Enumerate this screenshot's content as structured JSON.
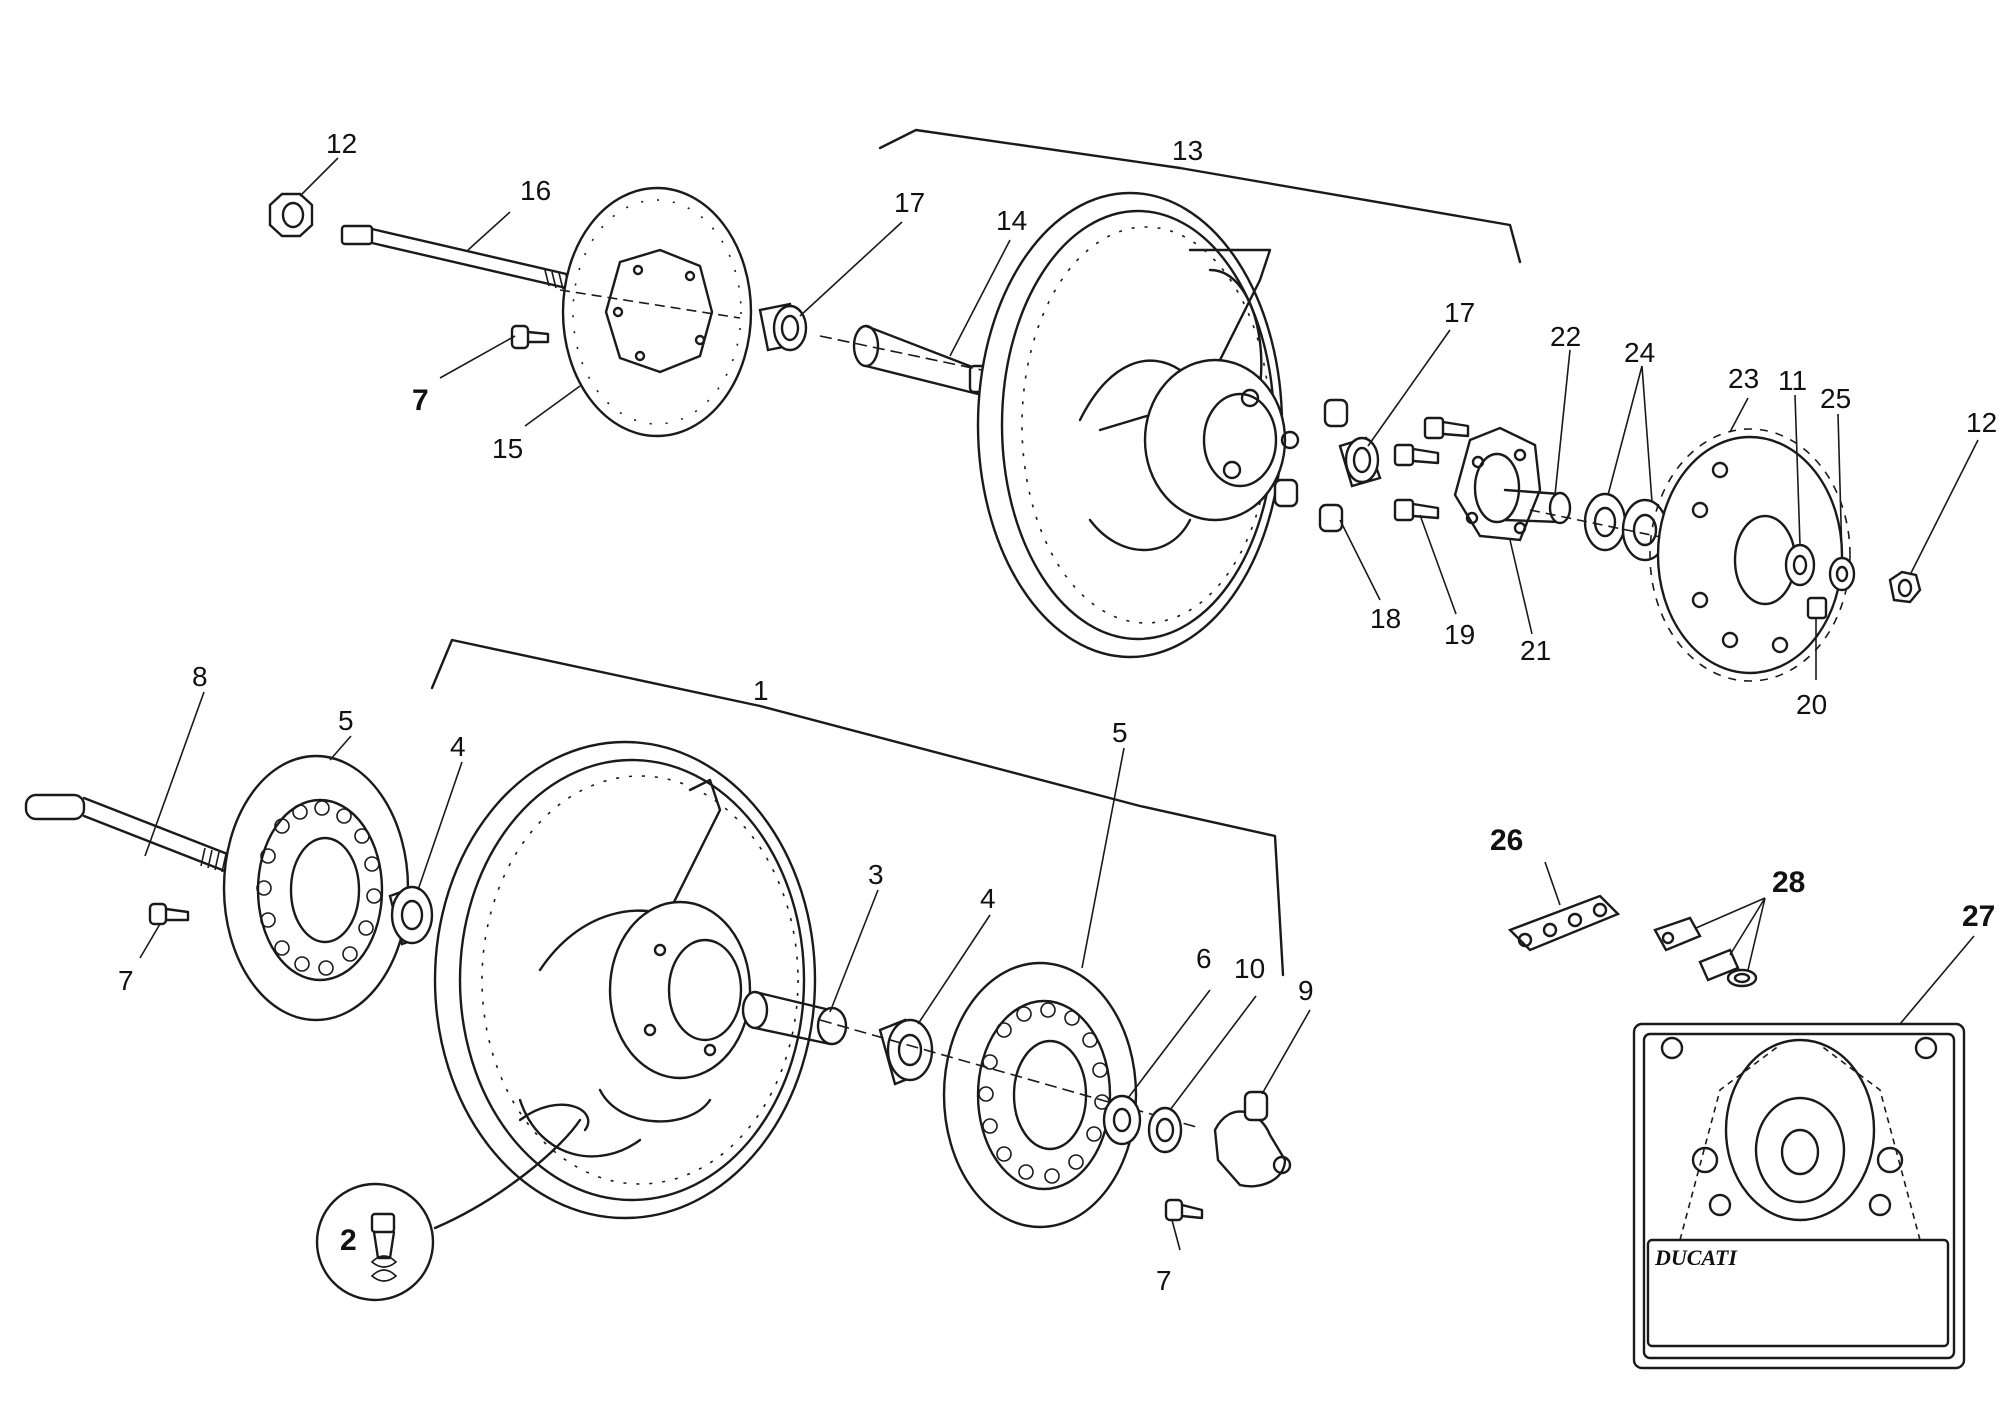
{
  "labels": {
    "l1": "1",
    "l2": "2",
    "l3": "3",
    "l4a": "4",
    "l4b": "4",
    "l5a": "5",
    "l5b": "5",
    "l6": "6",
    "l7a": "7",
    "l7b": "7",
    "l7c": "7",
    "l8": "8",
    "l9": "9",
    "l10": "10",
    "l11": "11",
    "l12a": "12",
    "l12b": "12",
    "l13": "13",
    "l14": "14",
    "l15": "15",
    "l16": "16",
    "l17a": "17",
    "l17b": "17",
    "l18": "18",
    "l19": "19",
    "l20": "20",
    "l21": "21",
    "l22": "22",
    "l23": "23",
    "l24": "24",
    "l25": "25",
    "l26": "26",
    "l27": "27",
    "l28": "28"
  },
  "brand": "DUCATI"
}
